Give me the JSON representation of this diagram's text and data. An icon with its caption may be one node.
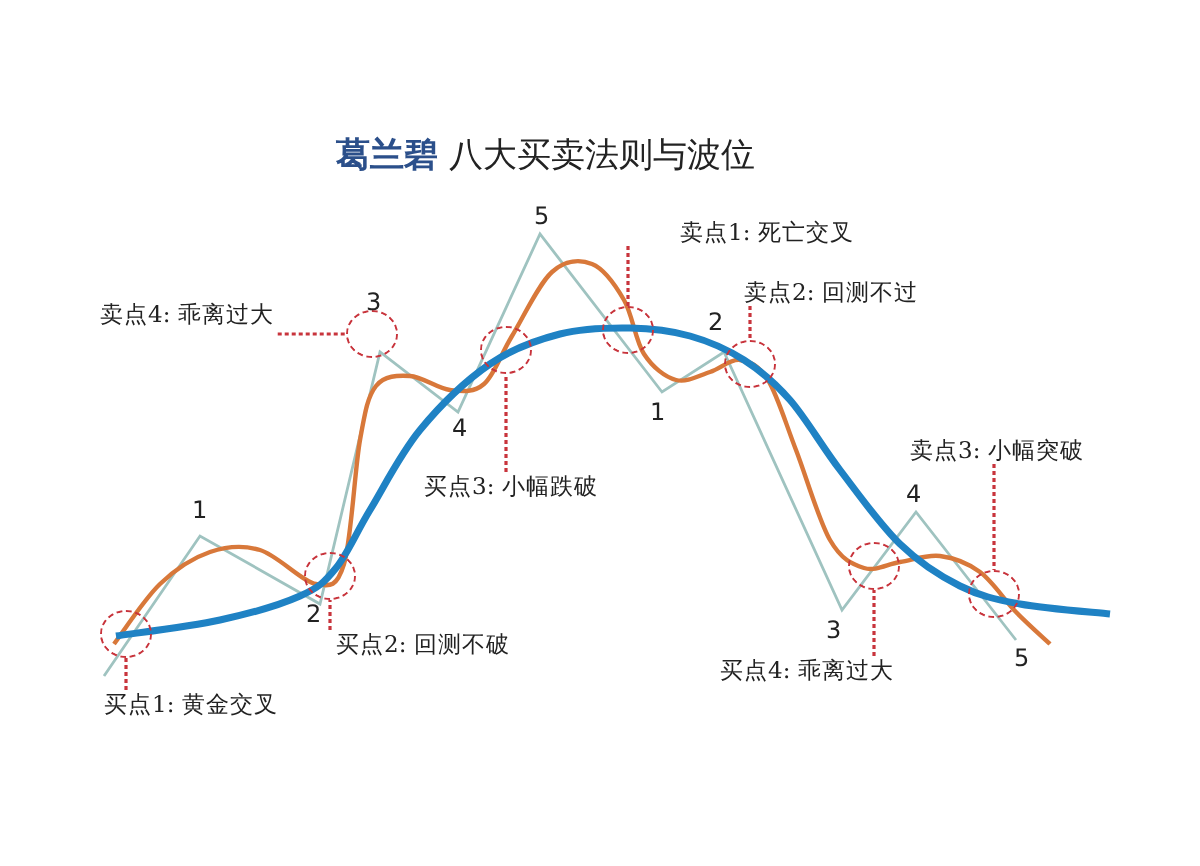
{
  "diagram": {
    "title": "**葛兰碧** 八大买卖法则与波位",
    "nodes": [
      {
        "text": [
          "卖点1: 死亡交叉"
        ]
      },
      {
        "text": [
          "卖点2: 回测不过"
        ]
      },
      {
        "text": [
          "卖点4: 乖离过大"
        ]
      },
      {
        "text": [
          "卖点3: 小幅突破"
        ]
      },
      {
        "text": [
          "买点3: 小幅跌破"
        ]
      },
      {
        "text": [
          "买点2: 回测不破"
        ]
      },
      {
        "text": [
          "买点4: 乖离过大"
        ]
      },
      {
        "text": [
          "买点1: 黄金交叉"
        ]
      },
      {
        "text": [],
        "shape": "circle"
      },
      {
        "text": [],
        "shape": "circle"
      },
      {
        "text": [],
        "shape": "circle"
      },
      {
        "text": [],
        "shape": "circle"
      },
      {
        "text": [],
        "shape": "circle"
      },
      {
        "text": [],
        "shape": "circle"
      },
      {
        "text": [],
        "shape": "circle"
      },
      {
        "text": [],
        "shape": "circle"
      }
    ],
    "edges": [
      {
        "from": 7,
        "to": 8,
        "arrow": "none",
        "style": "dashed"
      },
      {
        "from": 5,
        "to": 9,
        "arrow": "none",
        "style": "dashed"
      },
      {
        "from": 2,
        "to": 10,
        "arrow": "none",
        "style": "dashed"
      },
      {
        "from": 4,
        "to": 11,
        "arrow": "none",
        "style": "dashed"
      },
      {
        "from": 0,
        "to": 12,
        "arrow": "none",
        "style": "dashed"
      },
      {
        "from": 1,
        "to": 13,
        "arrow": "none",
        "style": "dashed"
      },
      {
        "from": 6,
        "to": 14,
        "arrow": "none",
        "style": "dashed"
      },
      {
        "from": 3,
        "to": 15,
        "arrow": "none",
        "style": "dashed"
      }
    ],
    "labels": [
      "5",
      "3",
      "2",
      "1",
      "4",
      "4",
      "1",
      "2",
      "3",
      "5"
    ]
  }
}
